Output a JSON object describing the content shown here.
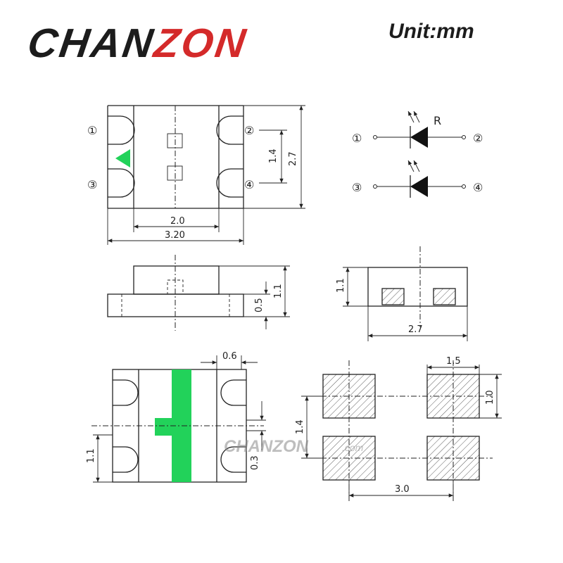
{
  "brand": {
    "part1": "CHAN",
    "part2": "ZON"
  },
  "unit_label": "Unit:mm",
  "colors": {
    "brand_dark": "#1c1c1c",
    "brand_red": "#d42a2a",
    "marker_green": "#22d25a"
  },
  "top_view": {
    "pins": [
      "①",
      "②",
      "③",
      "④"
    ],
    "dim_width_inner": "2.0",
    "dim_width_total": "3.20",
    "dim_pitch": "1.4",
    "dim_height": "2.7"
  },
  "schematic": {
    "label_r": "R",
    "pins": [
      "①",
      "②",
      "③",
      "④"
    ]
  },
  "side_view": {
    "dim_total_height": "1.1",
    "dim_base_height": "0.5"
  },
  "end_view": {
    "dim_height": "1.1",
    "dim_length": "2.7"
  },
  "bottom_view": {
    "dim_pad_width": "0.6",
    "dim_pad_height": "1.1",
    "dim_gap": "0.3"
  },
  "footprint": {
    "dim_pad_width": "1.5",
    "dim_pad_height": "1.0",
    "dim_pitch": "1.4",
    "dim_span": "3.0"
  },
  "watermark": {
    "brand_part1": "CHAN",
    "brand_part2": "ZON",
    "suffix": ".com"
  }
}
